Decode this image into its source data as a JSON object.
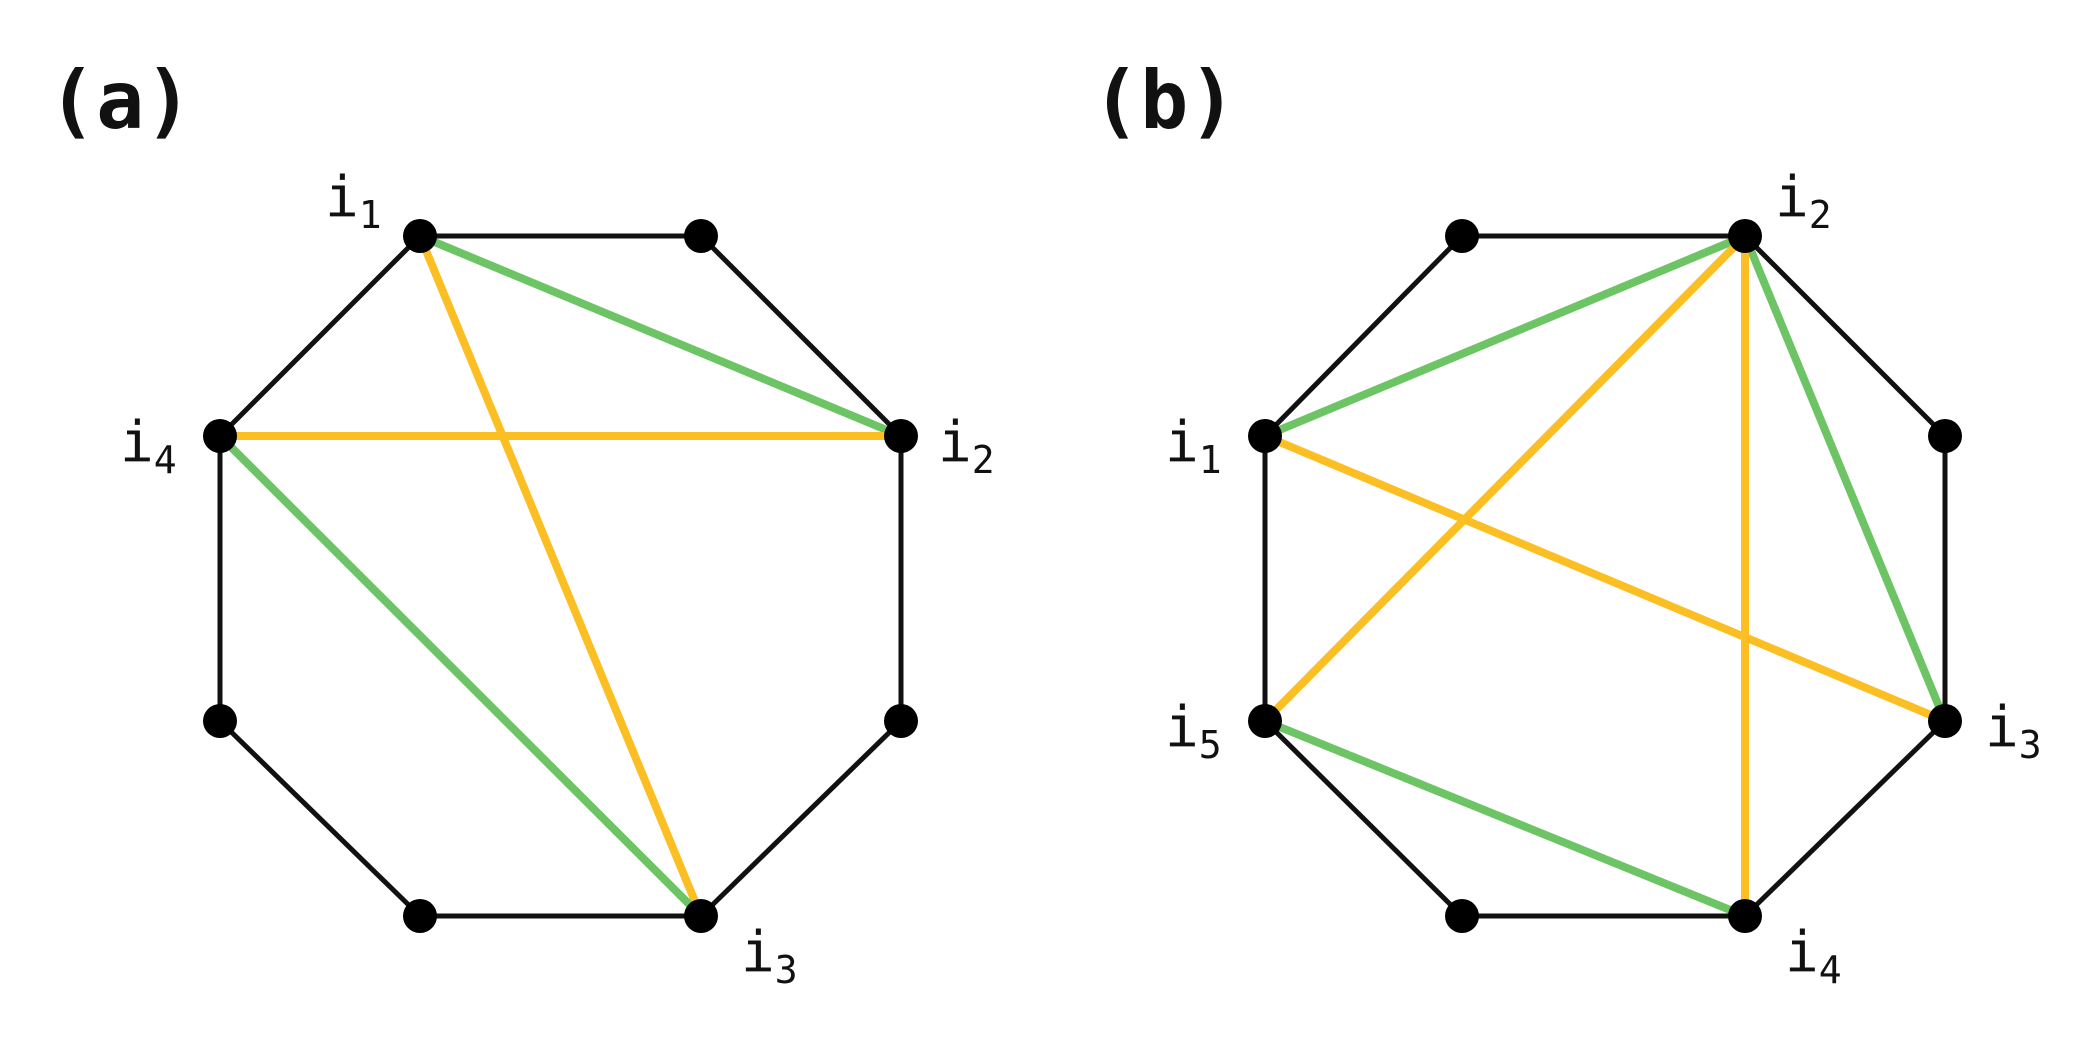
{
  "colors": {
    "outline": "#111111",
    "green": "#6cc464",
    "yellow": "#fbbf24",
    "node": "#000000"
  },
  "panels": [
    {
      "label": "(a)",
      "vertex_labels": [
        {
          "vertex": 0,
          "base": "i",
          "sub": "1"
        },
        {
          "vertex": 2,
          "base": "i",
          "sub": "2"
        },
        {
          "vertex": 4,
          "base": "i",
          "sub": "3"
        },
        {
          "vertex": 6,
          "base": "i",
          "sub": "4"
        }
      ],
      "chords": [
        {
          "from": 0,
          "to": 2,
          "color": "green"
        },
        {
          "from": 0,
          "to": 4,
          "color": "yellow"
        },
        {
          "from": 6,
          "to": 2,
          "color": "yellow"
        },
        {
          "from": 6,
          "to": 4,
          "color": "green"
        }
      ]
    },
    {
      "label": "(b)",
      "vertex_labels": [
        {
          "vertex": 1,
          "base": "i",
          "sub": "2"
        },
        {
          "vertex": 3,
          "base": "i",
          "sub": "3"
        },
        {
          "vertex": 4,
          "base": "i",
          "sub": "4"
        },
        {
          "vertex": 5,
          "base": "i",
          "sub": "5"
        },
        {
          "vertex": 6,
          "base": "i",
          "sub": "1"
        }
      ],
      "chords": [
        {
          "from": 6,
          "to": 1,
          "color": "green"
        },
        {
          "from": 1,
          "to": 3,
          "color": "green"
        },
        {
          "from": 5,
          "to": 4,
          "color": "green"
        },
        {
          "from": 1,
          "to": 5,
          "color": "yellow"
        },
        {
          "from": 1,
          "to": 4,
          "color": "yellow"
        },
        {
          "from": 6,
          "to": 3,
          "color": "yellow"
        }
      ]
    }
  ]
}
